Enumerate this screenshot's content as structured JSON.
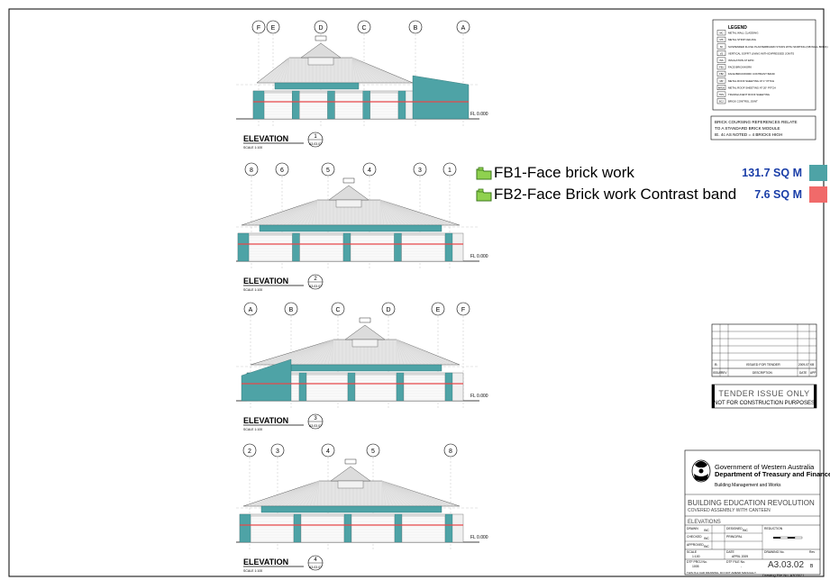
{
  "legend": {
    "title": "LEGEND",
    "items": [
      {
        "code": "MC",
        "text": "METAL WALL CLADDING"
      },
      {
        "code": "MS",
        "text": "METAL STRIP CEILING"
      },
      {
        "code": "SC",
        "text": "SUSPENDED FLUSH PLASTERBOARD STUDS WITH SKIRTING (NB WALL BRICK)"
      },
      {
        "code": "VS",
        "text": "VERTICAL SOFFIT LINING WITH EXPRESSED JOINTS"
      },
      {
        "code": "INS",
        "text": "INSULATION AT EPIC"
      },
      {
        "code": "FB1",
        "text": "FACE BRICKWORK"
      },
      {
        "code": "FB2",
        "text": "FACE BRICKWORK CONTRAST BAND"
      },
      {
        "code": "MR",
        "text": "METAL ROOF SHEETING AT 1° PITCH"
      },
      {
        "code": "MR20",
        "text": "METAL ROOF SHEETING AT 20° PITCH"
      },
      {
        "code": "TRS",
        "text": "TRANSLUCENT ROOF SHEETING"
      },
      {
        "code": "BCJ",
        "text": "BRICK CONTROL JOINT"
      }
    ]
  },
  "brick_note": [
    "BRICK COURSING REFERENCES RELATE",
    "TO A STANDARD BRICK MODULE",
    "IE. 4c AS NOTED = 4 BRICKS HIGH"
  ],
  "takeoff": [
    {
      "label": "FB1-Face brick work",
      "quantity": "131.7 SQ M",
      "color": "#4ea3a6"
    },
    {
      "label": "FB2-Face Brick work  Contrast band",
      "quantity": "7.6 SQ M",
      "color": "#f06a6a"
    }
  ],
  "colors": {
    "fb1": "#4ea3a6",
    "fb2": "#e8474a",
    "roof": "#cfcfcf",
    "icon": "#8fd14f"
  },
  "elevations": [
    {
      "title": "ELEVATION",
      "scale": "SCALE 1:100",
      "num": "1",
      "ref": "A3.03.07",
      "grids": [
        "F",
        "E",
        "D",
        "C",
        "B",
        "A"
      ],
      "level": "FL 0.000"
    },
    {
      "title": "ELEVATION",
      "scale": "SCALE 1:100",
      "num": "2",
      "ref": "A3.03.07",
      "grids": [
        "8",
        "6",
        "5",
        "4",
        "3",
        "1"
      ],
      "level": "FL 0.000"
    },
    {
      "title": "ELEVATION",
      "scale": "SCALE 1:100",
      "num": "3",
      "ref": "A3.03.07",
      "grids": [
        "A",
        "B",
        "C",
        "D",
        "E",
        "F"
      ],
      "level": "FL 0.000"
    },
    {
      "title": "ELEVATION",
      "scale": "SCALE 1:100",
      "num": "4",
      "ref": "A3.03.07",
      "grids": [
        "2",
        "3",
        "4",
        "5",
        "8"
      ],
      "level": "FL 0.000"
    }
  ],
  "revision": {
    "row": [
      "B",
      "ISSUED FOR TENDER",
      "2009-07",
      "KB"
    ],
    "headers": [
      "ISSUE",
      "REV",
      "DESCRIPTION",
      "DATE",
      "APP"
    ]
  },
  "tender_issue": {
    "title": "TENDER ISSUE ONLY",
    "subtitle": "NOT FOR CONSTRUCTION PURPOSES"
  },
  "agency": {
    "gov_line": "Government of Western Australia",
    "dept_line": "Department of Treasury and Finance",
    "division": "Building Management and Works"
  },
  "project": {
    "title": "BUILDING EDUCATION REVOLUTION",
    "subtitle": "COVERED ASSEMBLY WITH CANTEEN",
    "sheet_title": "ELEVATIONS"
  },
  "title_block": {
    "drawn_label": "DRAWN",
    "drawn": "INC",
    "designed_label": "DESIGNED",
    "designed": "INC",
    "reduction_label": "REDUCTION",
    "checked_label": "CHECKED",
    "checked": "INC",
    "principal_label": "PRINCIPAL",
    "approved_label": "APPROVED",
    "approved": "INC",
    "scale_label": "SCALE",
    "scale": "1:100",
    "date_label": "DATE",
    "date": "APRIL 2009",
    "drawing_no_label": "DRAWING No.",
    "rev_label": "Rev",
    "proj_no_label": "DTF PROJ No.",
    "proj_no": "1005",
    "file_label": "DTF FILE No.",
    "file_no": "-",
    "drawing_no": "A3.03.02",
    "rev": "B",
    "footer_left": "THIS IS A CAD DRAWING. DO NOT AMEND MANUALLY.",
    "footer_right": "Drawing File No. A303021"
  }
}
